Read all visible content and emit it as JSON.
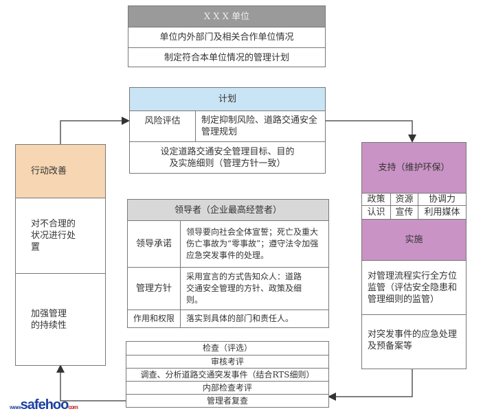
{
  "unit_box": {
    "title": "X X X 单位",
    "rows": [
      "单位内外部门及相关合作单位情况",
      "制定符合本单位情况的管理计划"
    ]
  },
  "plan": {
    "title": "计划",
    "risk_label": "风险评估",
    "risk_text": "制定抑制风险、道路交通安全管理规划",
    "goal_text": "设定道路交通安全管理目标、目的及实施细则（管理方针一致）"
  },
  "improve": {
    "title": "行动改善",
    "row1": "对不合理的状况进行处置",
    "row2": "加强管理的持续性"
  },
  "support": {
    "title": "支持（维护环保）",
    "grid": [
      [
        "政策",
        "资源",
        "协调力"
      ],
      [
        "认识",
        "宣传",
        "利用媒体"
      ]
    ],
    "impl_title": "实施",
    "row1": "对管理流程实行全方位监管（评估安全隐患和管理细则的监管）",
    "row2": "对突发事件的应急处理及预备案等"
  },
  "leader": {
    "title": "领导者（企业最高经营者）",
    "rows": [
      {
        "label": "领导承诺",
        "text": "领导要向社会全体宣誓；死亡及重大伤亡事故为“零事故”；遵守法令加强应急突发事件的处理。"
      },
      {
        "label": "管理方针",
        "text": "采用宣言的方式告知众人：道路交通安全管理的方针、政策及细则。"
      },
      {
        "label": "作用和权限",
        "text": "落实到具体的部门和责任人。"
      }
    ]
  },
  "check": {
    "rows": [
      "检查（评选）",
      "审核考评",
      "调查、分析道路交通突发事件（结合RTS细则）",
      "内部检查考评",
      "管理者复查"
    ]
  },
  "watermark": {
    "a": "www",
    "b": "safehoo",
    "c": "com"
  },
  "colors": {
    "gray": "#9a9a9a",
    "blue": "#c9e4f4",
    "orange": "#f7d6b3",
    "pink": "#c993c5"
  }
}
